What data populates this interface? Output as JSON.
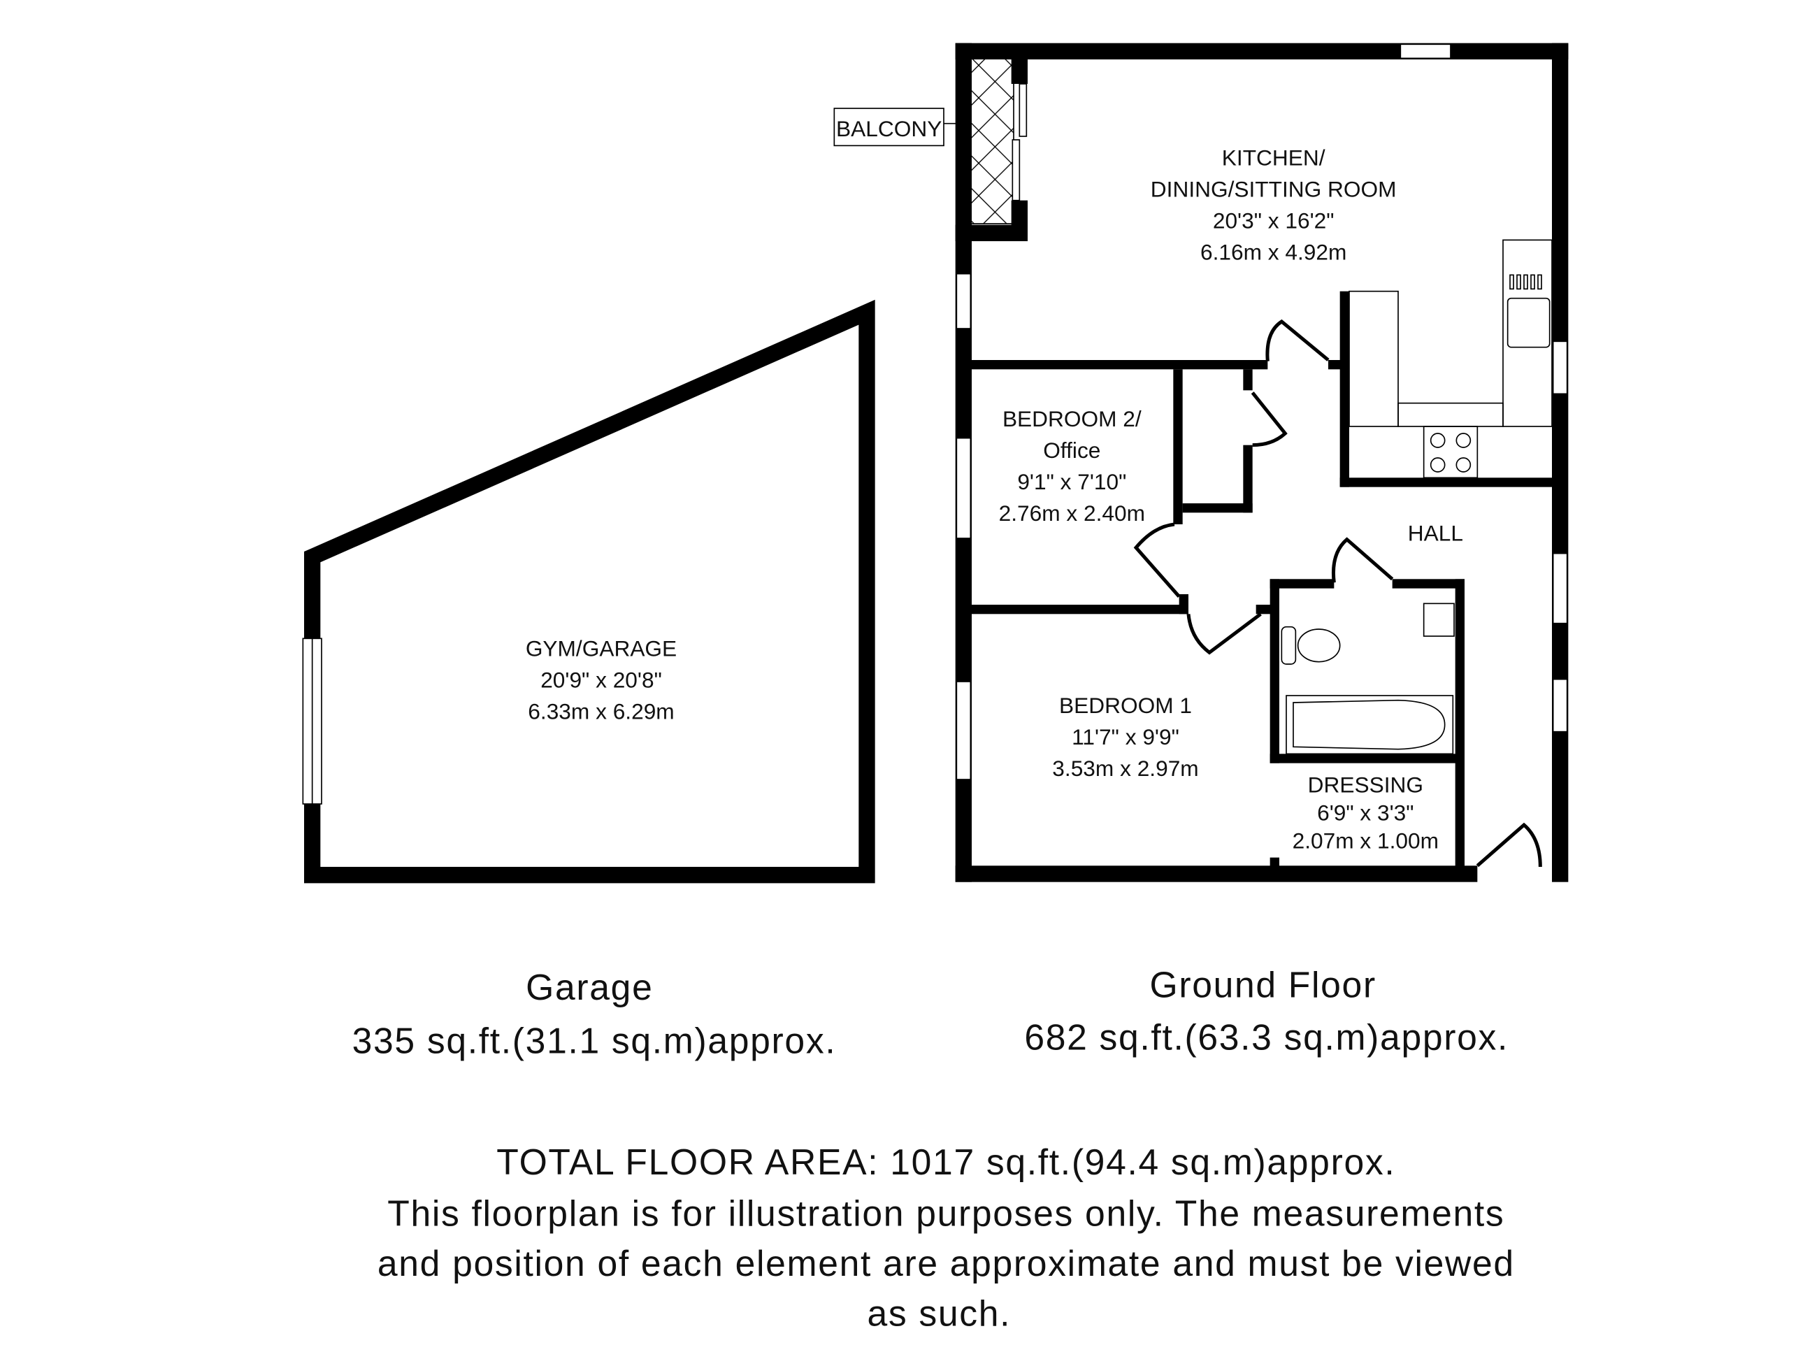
{
  "rooms": {
    "kitchen": {
      "name1": "KITCHEN/",
      "name2": "DINING/SITTING ROOM",
      "imperial": "20'3\" x 16'2\"",
      "metric": "6.16m x 4.92m"
    },
    "bedroom2": {
      "name1": "BEDROOM 2/",
      "name2": "Office",
      "imperial": "9'1\" x 7'10\"",
      "metric": "2.76m x 2.40m"
    },
    "hall": {
      "name": "HALL"
    },
    "bedroom1": {
      "name": "BEDROOM 1",
      "imperial": "11'7\" x 9'9\"",
      "metric": "3.53m x 2.97m"
    },
    "dressing": {
      "name": "DRESSING",
      "imperial": "6'9\" x 3'3\"",
      "metric": "2.07m x 1.00m"
    },
    "balcony": {
      "name": "BALCONY"
    },
    "gym": {
      "name": "GYM/GARAGE",
      "imperial": "20'9\" x 20'8\"",
      "metric": "6.33m x 6.29m"
    }
  },
  "floors": {
    "garage": {
      "title": "Garage",
      "area": "335 sq.ft.(31.1 sq.m)approx."
    },
    "ground": {
      "title": "Ground Floor",
      "area": "682 sq.ft.(63.3 sq.m)approx."
    }
  },
  "footer": {
    "line1": "TOTAL FLOOR AREA: 1017 sq.ft.(94.4 sq.m)approx.",
    "line2": "This floorplan is for illustration purposes only. The measurements",
    "line3": "and position of each element are approximate and must be viewed",
    "line4": "as such."
  }
}
